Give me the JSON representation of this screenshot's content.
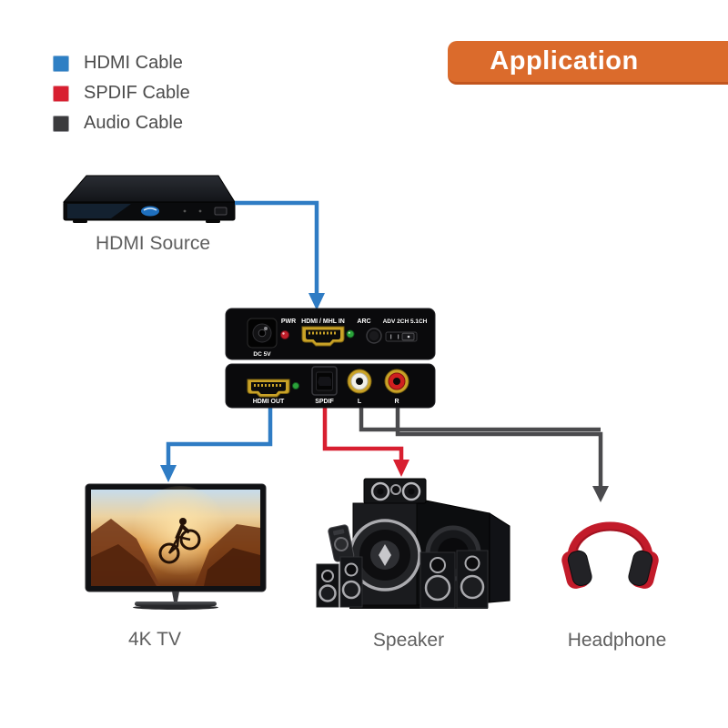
{
  "banner": {
    "label": "Application",
    "bg_color": "#DB6B2C",
    "text_color": "#ffffff"
  },
  "legend": {
    "items": [
      {
        "label": "HDMI Cable",
        "color": "#2E7FC4"
      },
      {
        "label": "SPDIF Cable",
        "color": "#D81F30"
      },
      {
        "label": "Audio Cable",
        "color": "#3B3B3D"
      }
    ]
  },
  "devices": {
    "source": {
      "label": "HDMI Source"
    },
    "tv": {
      "label": "4K TV"
    },
    "speaker": {
      "label": "Speaker"
    },
    "headphone": {
      "label": "Headphone"
    }
  },
  "converter": {
    "rear_panel": {
      "dc_label": "DC 5V",
      "pwr_label": "PWR",
      "hdmi_in_label": "HDMI / MHL IN",
      "arc_label": "ARC",
      "switch_label": "ADV 2CH 5.1CH"
    },
    "front_panel": {
      "hdmi_out_label": "HDMI OUT",
      "spdif_label": "SPDIF",
      "left_label": "L",
      "right_label": "R"
    }
  },
  "cables": {
    "hdmi_color": "#2F7CC4",
    "spdif_color": "#D81F30",
    "audio_color": "#4A4A4D"
  }
}
